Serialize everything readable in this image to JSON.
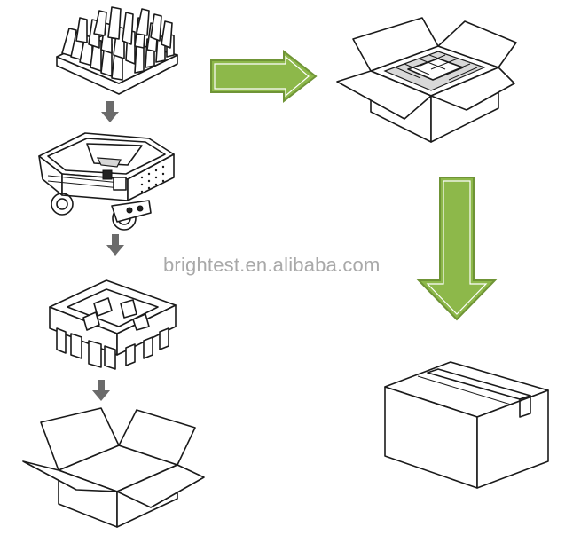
{
  "watermark": {
    "text": "brightest.en.alibaba.com"
  },
  "steps": [
    {
      "item": "tray-with-cells"
    },
    {
      "item": "device"
    },
    {
      "item": "pulp-insert"
    },
    {
      "item": "open-box"
    },
    {
      "item": "packed-open-box"
    },
    {
      "item": "sealed-box"
    }
  ],
  "colors": {
    "big_arrow_fill": "#8db84a",
    "big_arrow_outline": "#6f9436",
    "small_arrow_fill": "#6b6b6b",
    "line": "#1a1a1a",
    "watermark": "#a9a9a9"
  },
  "icons": [
    "down-arrow-icon",
    "right-arrow-icon"
  ]
}
